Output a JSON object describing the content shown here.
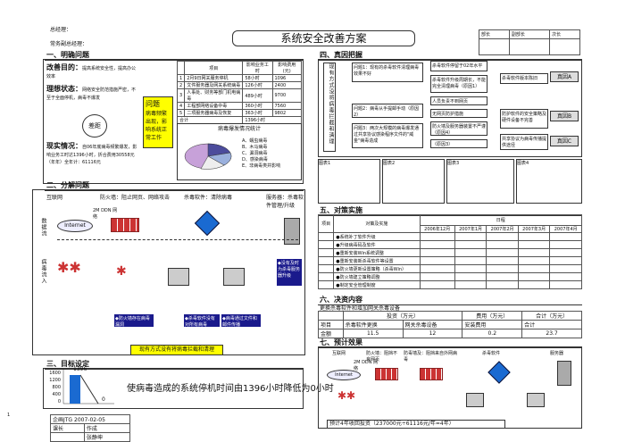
{
  "header": {
    "general_manager": "总经理：",
    "deputy_general_manager": "常务副总经理：",
    "title": "系统安全改善方案",
    "sign_cols": [
      "部长",
      "副部长",
      "次长"
    ]
  },
  "sec1": {
    "title": "一、明确问题",
    "reason_label": "改善目的：",
    "reason_text": "提高系统安全性，提高办公效率",
    "ideal_label": "理想状态：",
    "ideal_text": "网络安全防范措施严密，不至于全面停机，病毒不爆发",
    "gap": "差距",
    "problem_label": "问题",
    "problem_text": "病毒频繁出现，影响系统正常工作",
    "status_label": "现实情况：",
    "status_text": "自06年底病毒频繁爆发，影响业务工时达1396小时，折合费用30558元（年年）全年计：61116元",
    "table_headers": [
      "项目",
      "影响业务工时",
      "影响费用(元)"
    ],
    "table_rows": [
      [
        "1",
        "2月9日网关服务停机",
        "58小时",
        "1096"
      ],
      [
        "2",
        "文件服务器及网关系统病毒",
        "126小时",
        "2400"
      ],
      [
        "3",
        "人事处、财务等部门机电病毒",
        "489小时",
        "9700"
      ],
      [
        "4",
        "工程部网络设备中毒",
        "360小时",
        "7560"
      ],
      [
        "5",
        "二项服务器病毒及恢复",
        "363小时",
        "9802"
      ]
    ],
    "table_total": [
      "合计",
      "1396小时"
    ],
    "pie_title": "病毒爆发情况统计",
    "pie_legend": [
      "A、蠕虫病毒",
      "B、木马病毒",
      "C、漏洞病毒",
      "D、感染病毒",
      "E、非病毒类并影响"
    ]
  },
  "sec2": {
    "title": "二、分解问题",
    "cols": [
      "互联网",
      "防火墙：阻止网页、网络攻击",
      "杀毒软件：清除病毒",
      "服务器：杀毒软件管理/升级"
    ],
    "row_labels": [
      "数据流",
      "病毒流入"
    ],
    "internet": "Internet",
    "ddn": "2M DDN 网络",
    "notes": [
      "◆防火墙存在病毒漏洞",
      "◆杀毒软件没有对所有病毒",
      "◆病毒通过文件和邮件传播",
      "◆没有及时为杀毒服务器升级"
    ],
    "conclusion": "现有方式没有将病毒拦截和清理"
  },
  "sec3": {
    "title": "三、目标设定",
    "chart_ylabels": [
      "1600",
      "1200",
      "800",
      "400",
      "0"
    ],
    "chart_value": "1396",
    "chart_target": "0",
    "text": "使病毒造成的系统停机时间由1396小时降低为0小时"
  },
  "footer": {
    "company": "企画JTG",
    "date": "2007-02-05",
    "dept": "课长",
    "author_label": "作成",
    "author": "张静坤"
  },
  "sec4": {
    "title": "四、真因把握",
    "side_label": "现有方式没将病毒拦截和清理",
    "q1": "问题1：现有的杀毒软件清理病毒效果不好",
    "q2": "问题2：病毒从手提邮手动（原因2）",
    "q3": "问题3：两次大规模的病毒爆发通过共享协议感染程序文件的\"威金\"病毒造成",
    "mid": [
      "杀毒软件停留于02年水平",
      "杀毒软件升级周期长，不能完全清理病毒（原因1）",
      "人员负责不到网页",
      "无网页防护措施",
      "防火墙及服务器装置不严谨（原因4）",
      "（原因3）"
    ],
    "right": [
      "杀毒软件版本陈旧",
      "防护软件的安全策略及硬件设备不完善",
      "共享协议为病毒传播提供途径"
    ],
    "causes": [
      "真因A",
      "真因B",
      "真因C"
    ],
    "charts": [
      "图表1",
      "图表2",
      "图表3",
      "图表4"
    ]
  },
  "sec5": {
    "title": "五、对策实施",
    "col_head": [
      "项目",
      "对策及实施",
      "日程"
    ],
    "months": [
      "2006年12月",
      "2007年1月",
      "2007年2月",
      "2007年3月",
      "2007年4月"
    ],
    "items": [
      "●系统补丁软件升级",
      "●升级病毒码及软件",
      "●重新安装Win系统调整",
      "●重新安装新杀毒软件等设置",
      "●防火墙更新设置策略（杀毒Win）",
      "●防火墙建立策略调整",
      "●制定安全管理制度"
    ]
  },
  "sec6": {
    "title": "六、决资内容",
    "desc": "更换杀毒软件和增加网关杀毒设备",
    "head1": [
      "投资（万元）",
      "费用（万元）",
      "合计（万元）"
    ],
    "head2": [
      "项目",
      "杀毒软件更换",
      "网关杀毒设备",
      "安装费用",
      "合计"
    ],
    "row": [
      "金额",
      "11.5",
      "12",
      "0.2",
      "23.7"
    ]
  },
  "sec7": {
    "title": "七、预计效果",
    "cols": [
      "互联网",
      "防火墙：阻挡不良网页",
      "防毒墙及：阻挡来自外网病毒",
      "杀毒软件",
      "服务器"
    ],
    "internet": "Internet",
    "ddn": "2M DDN 网络",
    "footer": "预计4年收回投资（237000元÷61116元/年=4年）"
  },
  "page_number": "1"
}
